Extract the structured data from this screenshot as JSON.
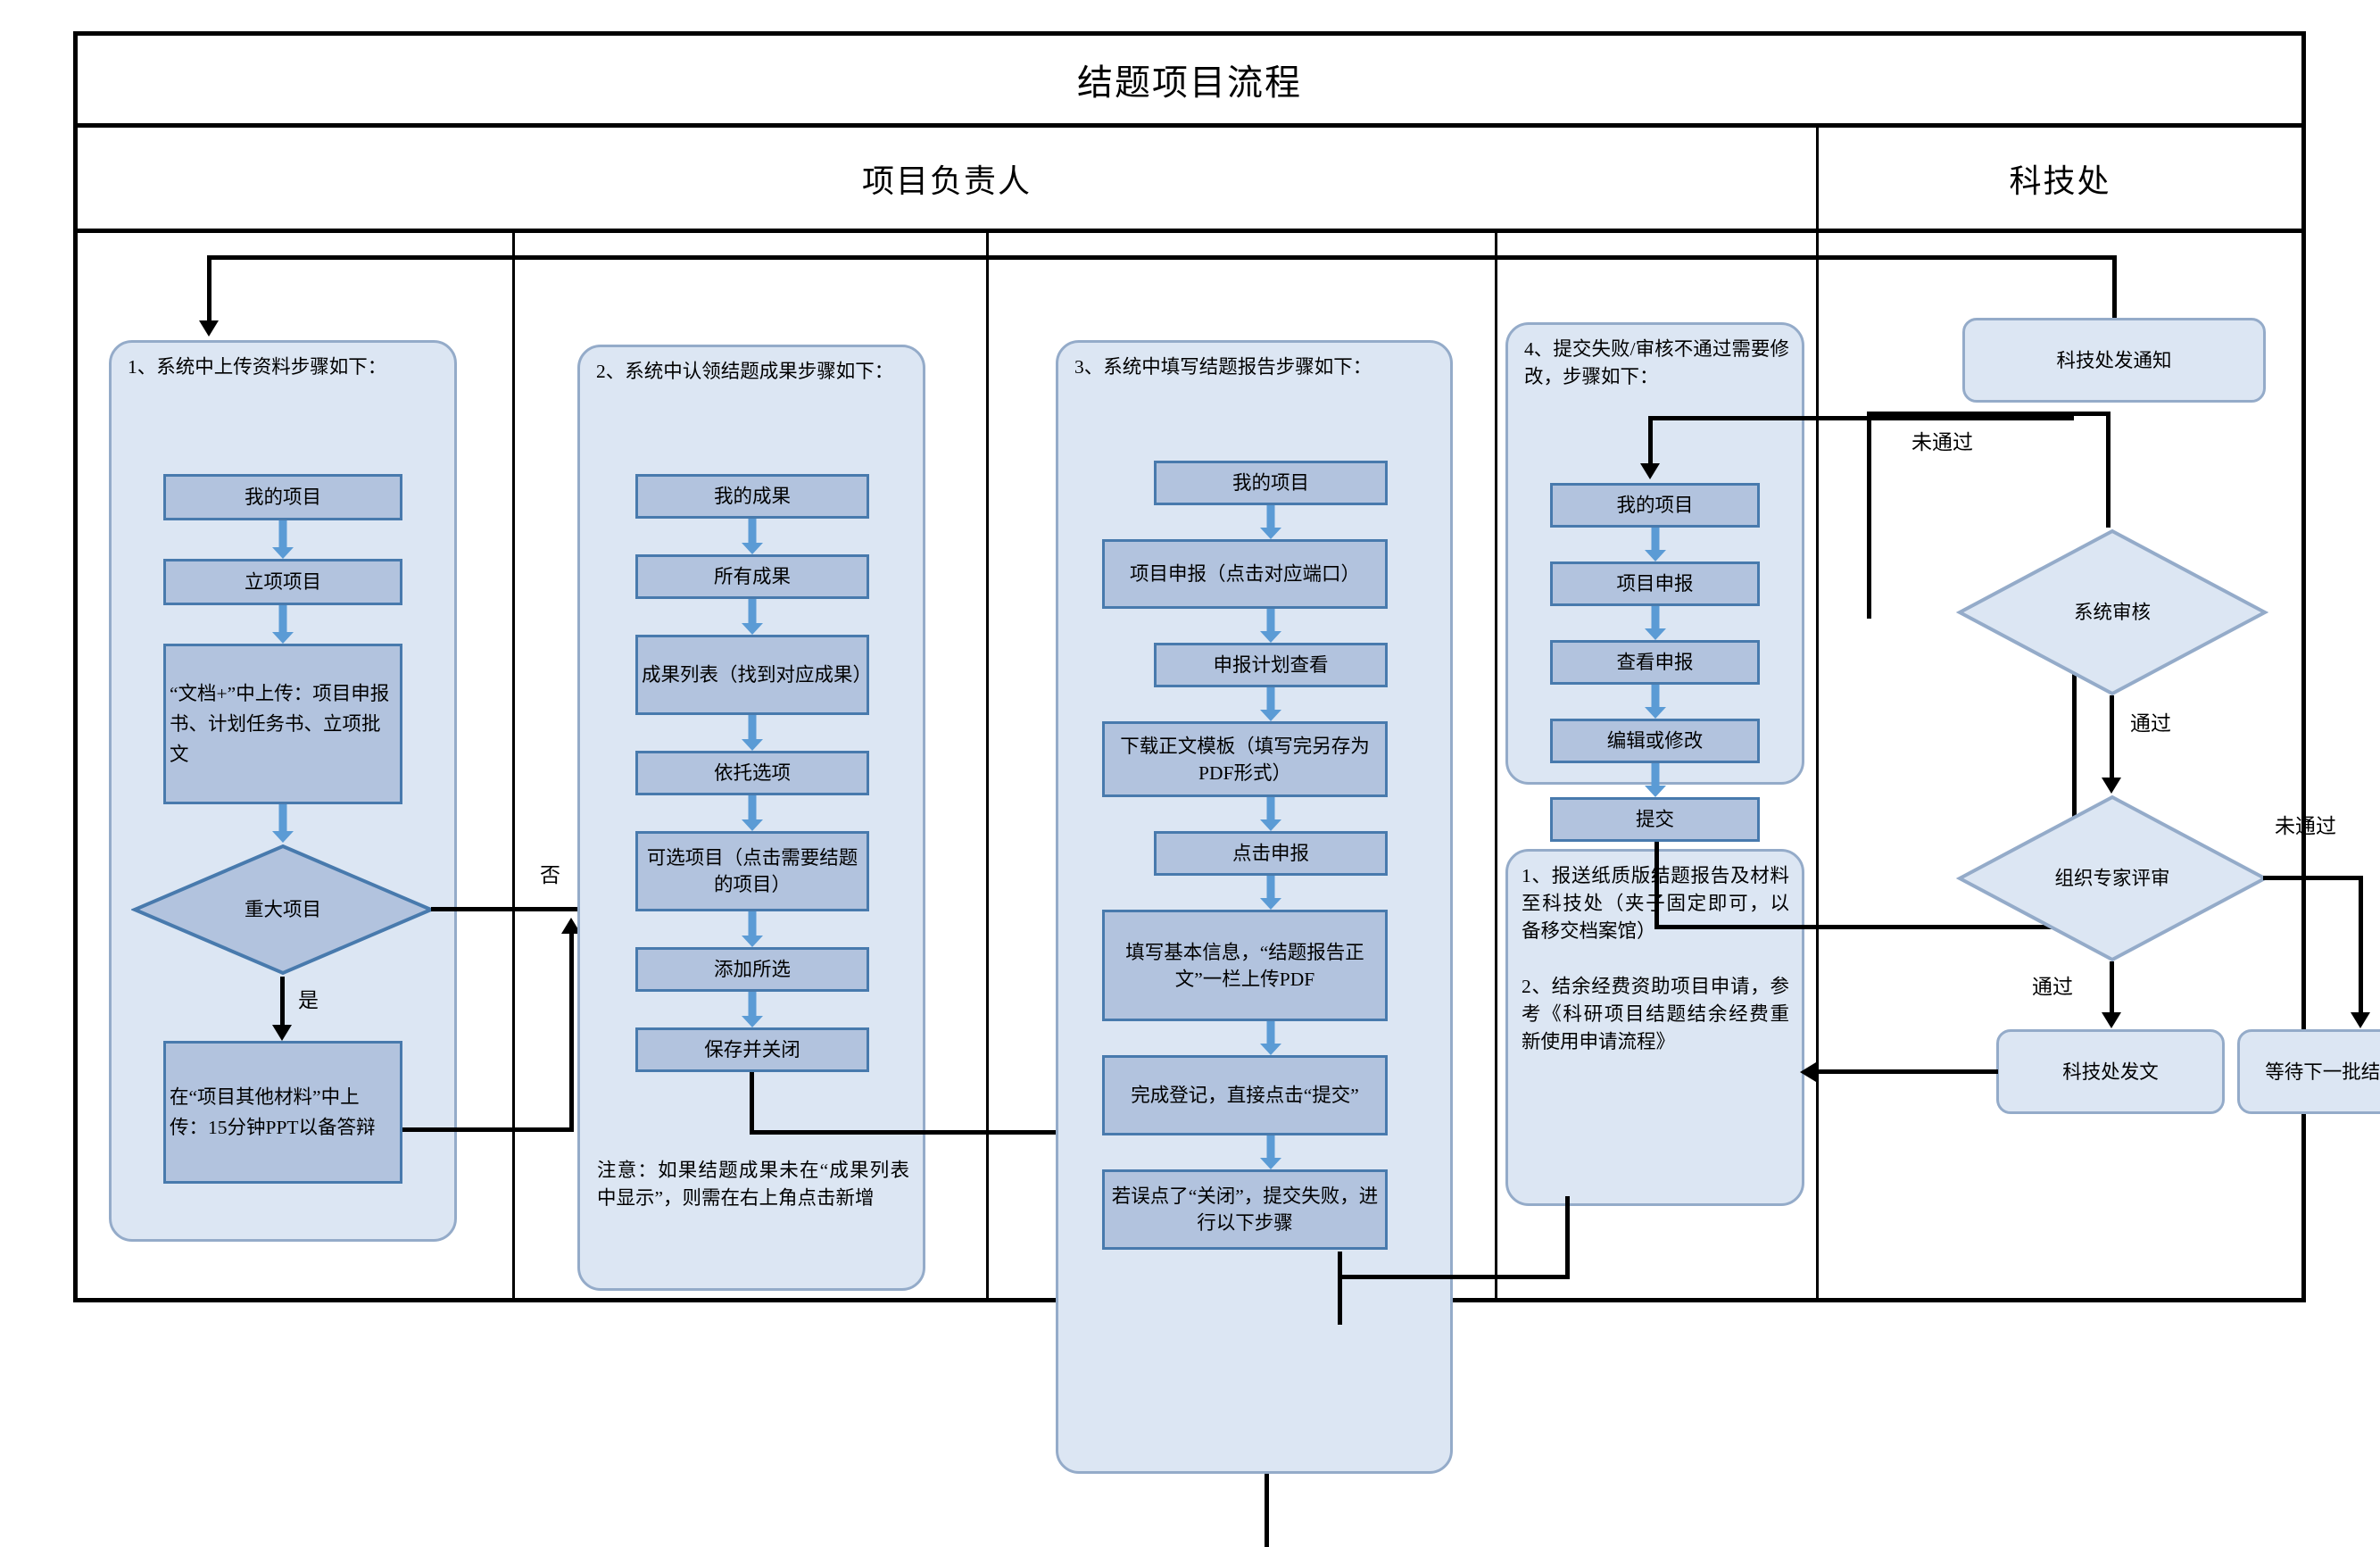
{
  "title": "结题项目流程",
  "roles": {
    "left": "项目负责人",
    "right": "科技处"
  },
  "columns": [
    {
      "id": "col1",
      "heading": "1、系统中上传资料步骤如下：",
      "steps": [
        "我的项目",
        "立项项目",
        "“文档+”中上传：项目申报书、计划任务书、立项批文"
      ],
      "decision": "重大项目",
      "branch_yes": "是",
      "branch_no": "否",
      "after_yes": "在“项目其他材料”中上传：15分钟PPT以备答辩"
    },
    {
      "id": "col2",
      "heading": "2、系统中认领结题成果步骤如下：",
      "steps": [
        "我的成果",
        "所有成果",
        "成果列表（找到对应成果）",
        "依托选项",
        "可选项目（点击需要结题的项目）",
        "添加所选",
        "保存并关闭"
      ],
      "note": "注意：如果结题成果未在“成果列表中显示”，则需在右上角点击新增"
    },
    {
      "id": "col3",
      "heading": "3、系统中填写结题报告步骤如下：",
      "steps": [
        "我的项目",
        "项目申报（点击对应端口）",
        "申报计划查看",
        "下载正文模板（填写完另存为PDF形式）",
        "点击申报",
        "填写基本信息，“结题报告正文”一栏上传PDF",
        "完成登记，直接点击“提交”",
        "若误点了“关闭”，提交失败，进行以下步骤"
      ]
    },
    {
      "id": "col4",
      "heading": "4、提交失败/审核不通过需要修改，步骤如下：",
      "steps": [
        "我的项目",
        "项目申报",
        "查看申报",
        "编辑或修改",
        "提交"
      ],
      "note": "1、报送纸质版结题报告及材料至科技处（夹子固定即可，以备移交档案馆）\n\n2、结余经费资助项目申请，参考《科研项目结题结余经费重新使用申请流程》"
    }
  ],
  "right_column": {
    "notice": "科技处发通知",
    "decision_system": "系统审核",
    "decision_expert": "组织专家评审",
    "outcome_pass": "科技处发文",
    "outcome_wait": "等待下一批结题申请",
    "label_fail_system": "未通过",
    "label_pass_system": "通过",
    "label_fail_expert": "未通过",
    "label_pass_expert": "通过"
  },
  "colors": {
    "box_fill": "#b2c3de",
    "box_border": "#487aad",
    "group_fill": "#dce6f3",
    "group_border": "#94abc9",
    "arrow_blue": "#5b9bd5",
    "connector_black": "#000000"
  }
}
